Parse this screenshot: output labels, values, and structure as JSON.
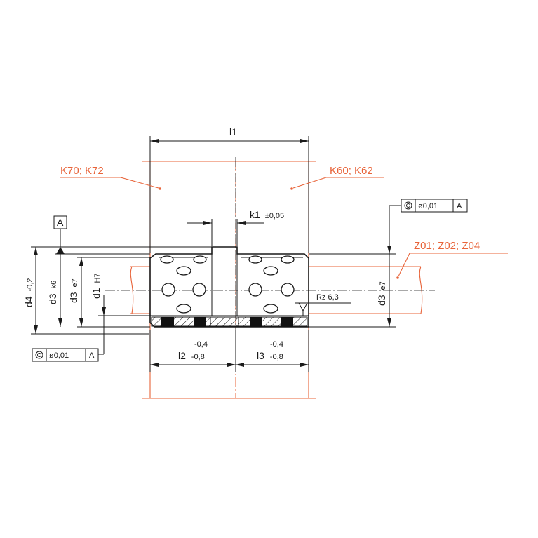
{
  "dimensions": {
    "l1": "l1",
    "k1": "k1",
    "k1_tol": "±0,05",
    "d4": "d4",
    "d4_tol": "-0,2",
    "d3_left": "d3",
    "d3_left_fit": "k6",
    "d3_mid": "d3",
    "d3_mid_fit": "e7",
    "d1": "d1",
    "d1_fit": "H7",
    "d3_right": "d3",
    "d3_right_fit": "e7",
    "l2": "l2",
    "l2_tol_upper": "-0,4",
    "l2_tol_lower": "-0,8",
    "l3": "l3",
    "l3_tol_upper": "-0,4",
    "l3_tol_lower": "-0,8"
  },
  "surface": {
    "roughness": "Rz 6,3"
  },
  "datum": {
    "label": "A"
  },
  "tolerance_frames": {
    "top_right": {
      "symbol": "concentricity-icon",
      "value": "ø0,01",
      "datum": "A"
    },
    "bottom_left": {
      "symbol": "concentricity-icon",
      "value": "ø0,01",
      "datum": "A"
    }
  },
  "callouts": {
    "left": "K70; K72",
    "right": "K60; K62",
    "shaft": "Z01; Z02; Z04"
  },
  "colors": {
    "line": "#1a1a1a",
    "callout": "#e8643a",
    "background": "#ffffff"
  }
}
